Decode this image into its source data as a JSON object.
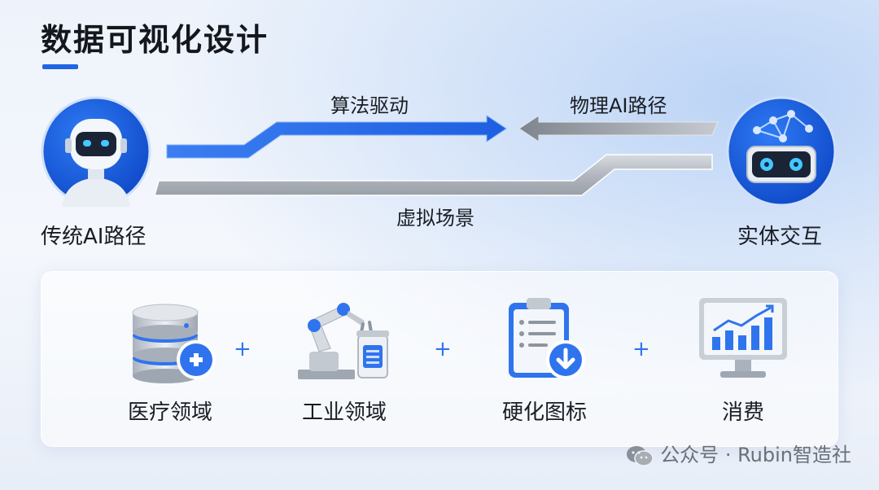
{
  "title": "数据可视化设计",
  "top_flow": {
    "left_node_label": "传统AI路径",
    "right_node_label": "实体交互",
    "arrow_right_label": "算法驱动",
    "arrow_left_label": "物理AI路径",
    "bottom_band_label": "虚拟场景"
  },
  "domains": [
    {
      "label": "医疗领域",
      "icon": "database-plus-icon"
    },
    {
      "label": "工业领域",
      "icon": "robot-arm-icon"
    },
    {
      "label": "硬化图标",
      "icon": "clipboard-download-icon"
    },
    {
      "label": "消费",
      "icon": "monitor-chart-icon"
    }
  ],
  "plus_symbol": "+",
  "watermark": "公众号 · Rubin智造社",
  "colors": {
    "accent": "#1f66e5",
    "gray": "#9aa0a8"
  }
}
